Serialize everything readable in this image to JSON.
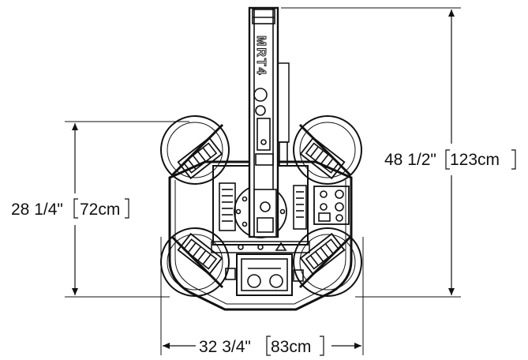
{
  "dimensions": {
    "overall_height": {
      "imperial": "48 1/2\"",
      "metric": "123cm"
    },
    "pad_height": {
      "imperial": "28 1/4\"",
      "metric": "72cm"
    },
    "width": {
      "imperial": "32 3/4\"",
      "metric": "83cm"
    }
  },
  "product_label": "MRT4"
}
